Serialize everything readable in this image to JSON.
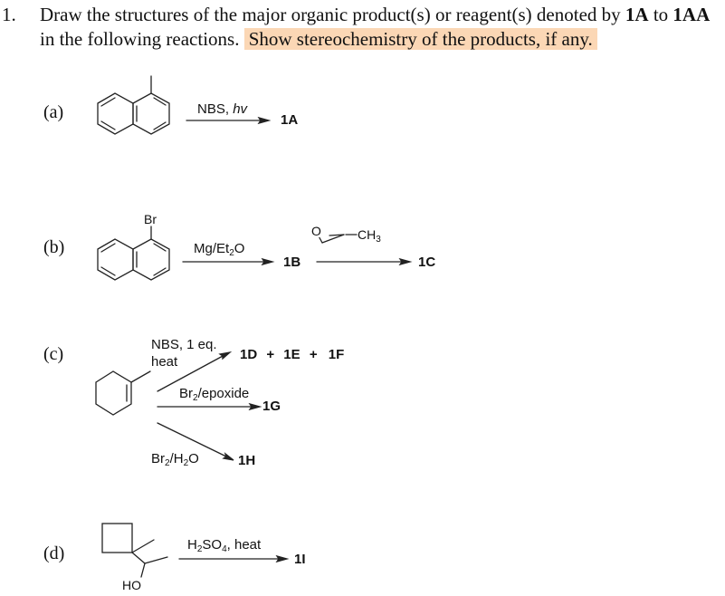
{
  "question": {
    "number": "1.",
    "line1_prefix": "Draw the structures of the major organic product(s) or reagent(s) denoted by ",
    "range_start": "1A",
    "range_to": " to ",
    "range_end": "1AA",
    "line2_prefix": "in the following reactions.",
    "highlight_text": "Show stereochemistry of the products, if any.",
    "highlight_color": "#fbd7b5"
  },
  "reactions": {
    "a": {
      "label": "(a)",
      "starting_material": "1-methylnaphthalene",
      "reagent_main": "NBS, ",
      "reagent_italic": "hv",
      "product": "1A"
    },
    "b": {
      "label": "(b)",
      "starting_material": "1-bromonaphthalene",
      "substituent": "Br",
      "reagent1_pre": "Mg/Et",
      "reagent1_sub": "2",
      "reagent1_post": "O",
      "intermediate": "1B",
      "reagent2_atom_O": "O",
      "reagent2_group_pre": "CH",
      "reagent2_group_sub": "3",
      "product": "1C"
    },
    "c": {
      "label": "(c)",
      "starting_material": "1-methylcyclohexene",
      "path1_reagent_line1": "NBS, 1 eq.",
      "path1_reagent_line2": "heat",
      "path1_products": [
        "1D",
        "1E",
        "1F"
      ],
      "plus": "+",
      "path2_reagent_pre": "Br",
      "path2_reagent_sub": "2",
      "path2_reagent_post": "/epoxide",
      "path2_product": "1G",
      "path3_reagent_pre": "Br",
      "path3_reagent_sub1": "2",
      "path3_reagent_mid": "/H",
      "path3_reagent_sub2": "2",
      "path3_reagent_post": "O",
      "path3_product": "1H"
    },
    "d": {
      "label": "(d)",
      "starting_material": "1-(1-methylcyclobutyl)ethanol",
      "hydroxyl": "HO",
      "reagent_pre": "H",
      "reagent_sub1": "2",
      "reagent_mid": "SO",
      "reagent_sub2": "4",
      "reagent_post": ", heat",
      "product": "1I"
    }
  }
}
